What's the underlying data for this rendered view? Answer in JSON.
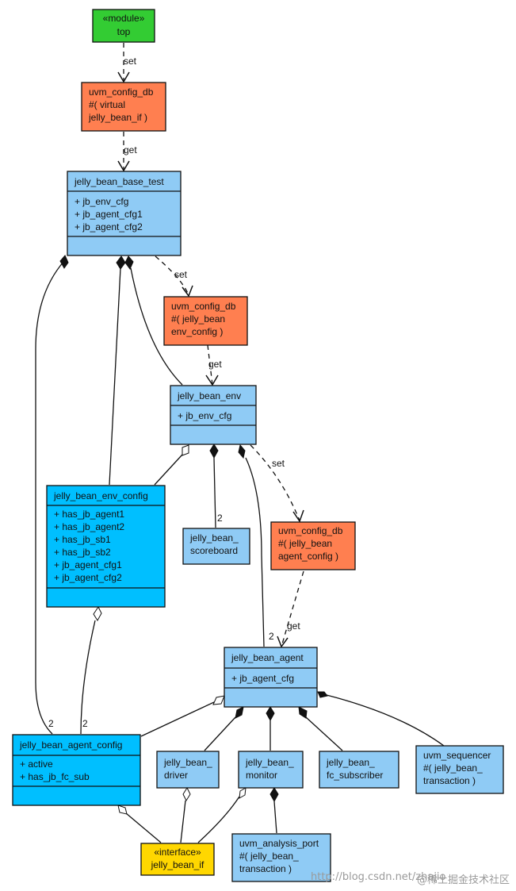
{
  "nodes": {
    "top": {
      "stereotype": "«module»",
      "name": "top"
    },
    "db_virtual": {
      "lines": [
        "uvm_config_db",
        "#( virtual",
        "jelly_bean_if )"
      ]
    },
    "base_test": {
      "name": "jelly_bean_base_test",
      "attrs": [
        "+ jb_env_cfg",
        "+ jb_agent_cfg1",
        "+ jb_agent_cfg2"
      ]
    },
    "db_env_cfg": {
      "lines": [
        "uvm_config_db",
        "#( jelly_bean",
        "env_config )"
      ]
    },
    "env": {
      "name": "jelly_bean_env",
      "attrs": [
        "+ jb_env_cfg"
      ]
    },
    "env_config": {
      "name": "jelly_bean_env_config",
      "attrs": [
        "+ has_jb_agent1",
        "+ has_jb_agent2",
        "+ has_jb_sb1",
        "+ has_jb_sb2",
        "+ jb_agent_cfg1",
        "+ jb_agent_cfg2"
      ]
    },
    "scoreboard": {
      "lines": [
        "jelly_bean_",
        "scoreboard"
      ]
    },
    "db_agent_cfg": {
      "lines": [
        "uvm_config_db",
        "#( jelly_bean",
        "agent_config )"
      ]
    },
    "agent": {
      "name": "jelly_bean_agent",
      "attrs": [
        "+ jb_agent_cfg"
      ]
    },
    "agent_config": {
      "name": "jelly_bean_agent_config",
      "attrs": [
        "+ active",
        "+ has_jb_fc_sub"
      ]
    },
    "driver": {
      "lines": [
        "jelly_bean_",
        "driver"
      ]
    },
    "monitor": {
      "lines": [
        "jelly_bean_",
        "monitor"
      ]
    },
    "fc_subscriber": {
      "lines": [
        "jelly_bean_",
        "fc_subscriber"
      ]
    },
    "sequencer": {
      "lines": [
        "uvm_sequencer",
        "#( jelly_bean_",
        "transaction )"
      ]
    },
    "interface": {
      "stereotype": "«interface»",
      "name": "jelly_bean_if"
    },
    "analysis_port": {
      "lines": [
        "uvm_analysis_port",
        "#( jelly_bean_",
        "transaction )"
      ]
    }
  },
  "edge_labels": {
    "set1": "set",
    "get1": "get",
    "set2": "set",
    "get2": "get",
    "set3": "set",
    "get3": "get",
    "mult_sb": "2",
    "mult_agent": "2",
    "mult_ac_left": "2",
    "mult_ac_right": "2"
  },
  "watermark": "http://blog.csdn.net/zhajio",
  "watermark2": "@稀土掘金技术社区",
  "colors": {
    "module": "#33cc33",
    "config_db": "#ff7f50",
    "class_light": "#8fcbf5",
    "class_deep": "#00bfff",
    "interface": "#ffd700",
    "line": "#111111"
  }
}
